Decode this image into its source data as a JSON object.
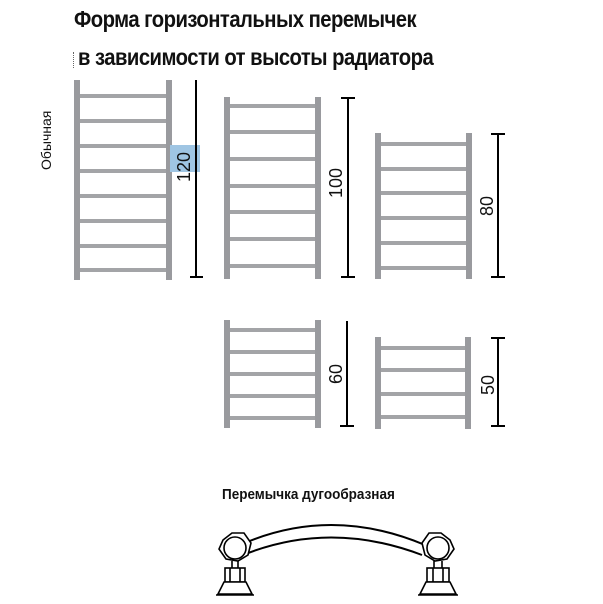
{
  "header": {
    "title_line1": "Форма горизонтальных перемычек",
    "title_line2": "в зависимости от высоты радиатора"
  },
  "side_label": "Обычная",
  "ladders": [
    {
      "height_label": "120",
      "rungs": 8,
      "highlighted": true
    },
    {
      "height_label": "100",
      "rungs": 7
    },
    {
      "height_label": "80",
      "rungs": 6
    },
    {
      "height_label": "60",
      "rungs": 5
    },
    {
      "height_label": "50",
      "rungs": 4
    }
  ],
  "arc_section": {
    "title": "Перемычка дугообразная"
  },
  "colors": {
    "post": "#999a9e",
    "rung": "#a3a4a7",
    "dimension": "#000000",
    "highlight": "#9fc5e3"
  }
}
